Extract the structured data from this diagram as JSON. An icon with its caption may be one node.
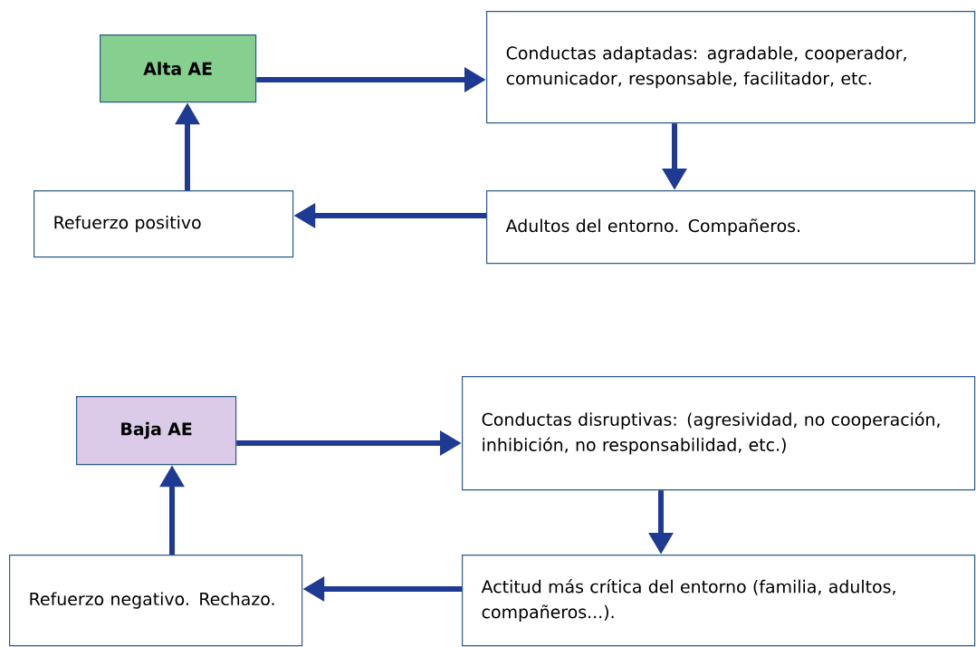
{
  "diagram": {
    "nodes": [
      {
        "text": [
          "Alta AE"
        ]
      },
      {
        "text": [
          "Conductas adaptadas: agradable, cooperador, comunicador, responsable, facilitador, etc."
        ]
      },
      {
        "text": [
          "Adultos del entorno. Compañeros."
        ]
      },
      {
        "text": [
          "Refuerzo positivo"
        ]
      },
      {
        "text": [
          "Baja AE"
        ]
      },
      {
        "text": [
          "Conductas disruptivas: (agresividad, no cooperación, inhibición, no responsabilidad, etc.)"
        ]
      },
      {
        "text": [
          "Actitud más crítica del entorno (familia, adultos, compañeros...)."
        ]
      },
      {
        "text": [
          "Refuerzo negativo. Rechazo."
        ]
      }
    ],
    "edges": [
      {
        "from": 0,
        "to": 1,
        "arrow": "to"
      },
      {
        "from": 1,
        "to": 2,
        "arrow": "to"
      },
      {
        "from": 2,
        "to": 3,
        "arrow": "to"
      },
      {
        "from": 3,
        "to": 0,
        "arrow": "to"
      },
      {
        "from": 4,
        "to": 5,
        "arrow": "to"
      },
      {
        "from": 5,
        "to": 6,
        "arrow": "to"
      },
      {
        "from": 6,
        "to": 7,
        "arrow": "to"
      },
      {
        "from": 7,
        "to": 4,
        "arrow": "to"
      }
    ]
  }
}
